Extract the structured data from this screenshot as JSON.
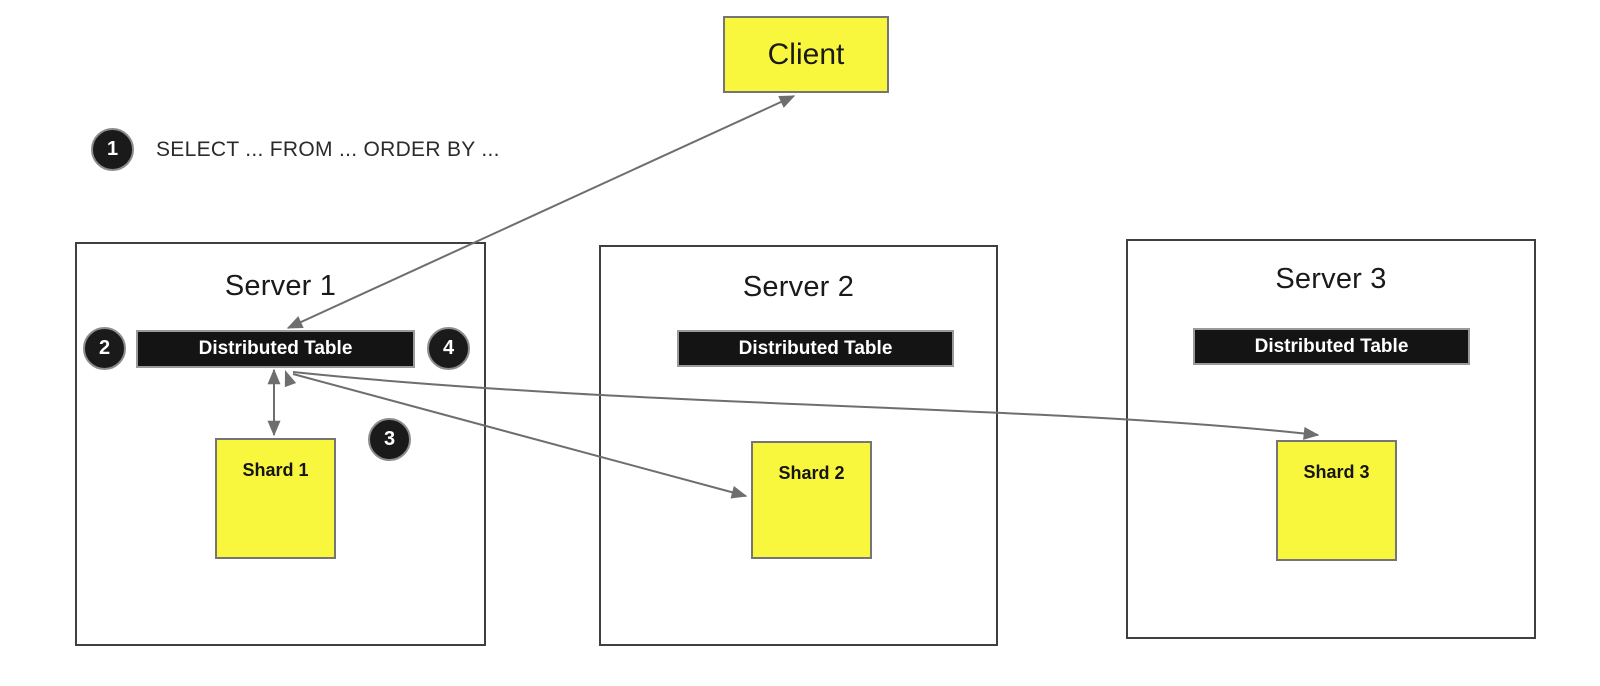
{
  "colors": {
    "bg": "#FFFFFF",
    "ink": "#1A1A1A",
    "yellow": "#F8F73E",
    "yellow_border": "#757575",
    "bar_bg": "#141414",
    "bar_border": "#9A9A9A",
    "bar_text": "#FFFFFF",
    "server_border": "#3F3F3F",
    "badge_bg": "#1A1A1A",
    "badge_border": "#8C8C8C",
    "badge_text": "#FFFFFF",
    "arrow": "#6E6E6E"
  },
  "client": {
    "label": "Client"
  },
  "annotation": {
    "text": "SELECT ... FROM ... ORDER BY ..."
  },
  "steps": {
    "one": "1",
    "two": "2",
    "three": "3",
    "four": "4"
  },
  "servers": [
    {
      "title": "Server 1",
      "table_label": "Distributed Table",
      "shard_label": "Shard 1"
    },
    {
      "title": "Server 2",
      "table_label": "Distributed Table",
      "shard_label": "Shard 2"
    },
    {
      "title": "Server 3",
      "table_label": "Distributed Table",
      "shard_label": "Shard 3"
    }
  ],
  "connections": [
    {
      "from": "Client",
      "to": "Server 1 Distributed Table",
      "type": "bidirectional"
    },
    {
      "from": "Server 1 Distributed Table",
      "to": "Shard 1",
      "type": "bidirectional"
    },
    {
      "from": "Server 1 Distributed Table",
      "to": "Shard 2",
      "type": "bidirectional"
    },
    {
      "from": "Server 1 Distributed Table",
      "to": "Shard 3",
      "type": "bidirectional"
    }
  ]
}
